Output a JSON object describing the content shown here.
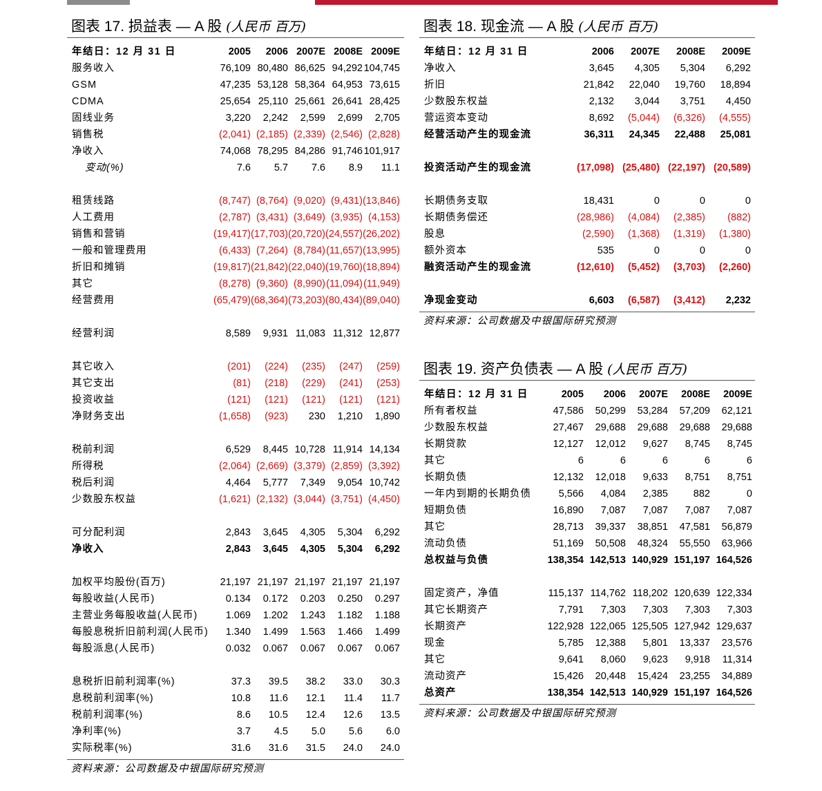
{
  "colors": {
    "accent_red": "#c0182f",
    "accent_gray": "#8c8c8c",
    "negative": "#dd1111"
  },
  "table17": {
    "title_main": "图表 17. 损益表 — A 股",
    "title_unit": "(人民币 百万)",
    "header": {
      "label": "年结日：12 月 31 日",
      "cols": [
        "2005",
        "2006",
        "2007E",
        "2008E",
        "2009E"
      ]
    },
    "rows": [
      {
        "label": "服务收入",
        "v": [
          "76,109",
          "80,480",
          "86,625",
          "94,292",
          "104,745"
        ]
      },
      {
        "label": "GSM",
        "v": [
          "47,235",
          "53,128",
          "58,364",
          "64,953",
          "73,615"
        ]
      },
      {
        "label": "CDMA",
        "v": [
          "25,654",
          "25,110",
          "25,661",
          "26,641",
          "28,425"
        ]
      },
      {
        "label": "固线业务",
        "v": [
          "3,220",
          "2,242",
          "2,599",
          "2,699",
          "2,705"
        ]
      },
      {
        "label": "销售税",
        "v": [
          "(2,041)",
          "(2,185)",
          "(2,339)",
          "(2,546)",
          "(2,828)"
        ]
      },
      {
        "label": "净收入",
        "v": [
          "74,068",
          "78,295",
          "84,286",
          "91,746",
          "101,917"
        ]
      },
      {
        "label": "变动(%)",
        "style": "italic",
        "v": [
          "7.6",
          "5.7",
          "7.6",
          "8.9",
          "11.1"
        ]
      },
      {
        "blank": true
      },
      {
        "label": "租赁线路",
        "v": [
          "(8,747)",
          "(8,764)",
          "(9,020)",
          "(9,431)",
          "(13,846)"
        ]
      },
      {
        "label": "人工费用",
        "v": [
          "(2,787)",
          "(3,431)",
          "(3,649)",
          "(3,935)",
          "(4,153)"
        ]
      },
      {
        "label": "销售和营销",
        "v": [
          "(19,417)",
          "(17,703)",
          "(20,720)",
          "(24,557)",
          "(26,202)"
        ]
      },
      {
        "label": "一般和管理费用",
        "v": [
          "(6,433)",
          "(7,264)",
          "(8,784)",
          "(11,657)",
          "(13,995)"
        ]
      },
      {
        "label": "折旧和摊销",
        "v": [
          "(19,817)",
          "(21,842)",
          "(22,040)",
          "(19,760)",
          "(18,894)"
        ]
      },
      {
        "label": "其它",
        "v": [
          "(8,278)",
          "(9,360)",
          "(8,990)",
          "(11,094)",
          "(11,949)"
        ]
      },
      {
        "label": "经营费用",
        "v": [
          "(65,479)",
          "(68,364)",
          "(73,203)",
          "(80,434)",
          "(89,040)"
        ]
      },
      {
        "blank": true
      },
      {
        "label": "经营利润",
        "v": [
          "8,589",
          "9,931",
          "11,083",
          "11,312",
          "12,877"
        ]
      },
      {
        "blank": true
      },
      {
        "label": "其它收入",
        "v": [
          "(201)",
          "(224)",
          "(235)",
          "(247)",
          "(259)"
        ]
      },
      {
        "label": "其它支出",
        "v": [
          "(81)",
          "(218)",
          "(229)",
          "(241)",
          "(253)"
        ]
      },
      {
        "label": "投资收益",
        "v": [
          "(121)",
          "(121)",
          "(121)",
          "(121)",
          "(121)"
        ]
      },
      {
        "label": "净财务支出",
        "v": [
          "(1,658)",
          "(923)",
          "230",
          "1,210",
          "1,890"
        ]
      },
      {
        "blank": true
      },
      {
        "label": "税前利润",
        "v": [
          "6,529",
          "8,445",
          "10,728",
          "11,914",
          "14,134"
        ]
      },
      {
        "label": "所得税",
        "v": [
          "(2,064)",
          "(2,669)",
          "(3,379)",
          "(2,859)",
          "(3,392)"
        ]
      },
      {
        "label": "税后利润",
        "v": [
          "4,464",
          "5,777",
          "7,349",
          "9,054",
          "10,742"
        ]
      },
      {
        "label": "少数股东权益",
        "v": [
          "(1,621)",
          "(2,132)",
          "(3,044)",
          "(3,751)",
          "(4,450)"
        ]
      },
      {
        "blank": true
      },
      {
        "label": "可分配利润",
        "v": [
          "2,843",
          "3,645",
          "4,305",
          "5,304",
          "6,292"
        ]
      },
      {
        "label": "净收入",
        "style": "bold",
        "v": [
          "2,843",
          "3,645",
          "4,305",
          "5,304",
          "6,292"
        ]
      },
      {
        "blank": true
      },
      {
        "label": "加权平均股份(百万)",
        "v": [
          "21,197",
          "21,197",
          "21,197",
          "21,197",
          "21,197"
        ]
      },
      {
        "label": "每股收益(人民币)",
        "v": [
          "0.134",
          "0.172",
          "0.203",
          "0.250",
          "0.297"
        ]
      },
      {
        "label": "主营业务每股收益(人民币)",
        "v": [
          "1.069",
          "1.202",
          "1.243",
          "1.182",
          "1.188"
        ]
      },
      {
        "label": "每股息税折旧前利润(人民币)",
        "v": [
          "1.340",
          "1.499",
          "1.563",
          "1.466",
          "1.499"
        ]
      },
      {
        "label": "每股派息(人民币)",
        "v": [
          "0.032",
          "0.067",
          "0.067",
          "0.067",
          "0.067"
        ]
      },
      {
        "blank": true
      },
      {
        "label": "息税折旧前利润率(%)",
        "v": [
          "37.3",
          "39.5",
          "38.2",
          "33.0",
          "30.3"
        ]
      },
      {
        "label": "息税前利润率(%)",
        "v": [
          "10.8",
          "11.6",
          "12.1",
          "11.4",
          "11.7"
        ]
      },
      {
        "label": "税前利润率(%)",
        "v": [
          "8.6",
          "10.5",
          "12.4",
          "12.6",
          "13.5"
        ]
      },
      {
        "label": "净利率(%)",
        "v": [
          "3.7",
          "4.5",
          "5.0",
          "5.6",
          "6.0"
        ]
      },
      {
        "label": "实际税率(%)",
        "v": [
          "31.6",
          "31.6",
          "31.5",
          "24.0",
          "24.0"
        ]
      }
    ],
    "source": "资料来源：公司数据及中银国际研究预测"
  },
  "table18": {
    "title_main": "图表 18. 现金流 — A 股",
    "title_unit": "(人民币 百万)",
    "header": {
      "label": "年结日：12 月 31 日",
      "cols": [
        "2006",
        "2007E",
        "2008E",
        "2009E"
      ]
    },
    "rows": [
      {
        "label": "净收入",
        "v": [
          "3,645",
          "4,305",
          "5,304",
          "6,292"
        ]
      },
      {
        "label": "折旧",
        "v": [
          "21,842",
          "22,040",
          "19,760",
          "18,894"
        ]
      },
      {
        "label": "少数股东权益",
        "v": [
          "2,132",
          "3,044",
          "3,751",
          "4,450"
        ]
      },
      {
        "label": "营运资本变动",
        "v": [
          "8,692",
          "(5,044)",
          "(6,326)",
          "(4,555)"
        ]
      },
      {
        "label": "经营活动产生的现金流",
        "style": "bold",
        "v": [
          "36,311",
          "24,345",
          "22,488",
          "25,081"
        ]
      },
      {
        "blank": true
      },
      {
        "label": "投资活动产生的现金流",
        "style": "bold",
        "v": [
          "(17,098)",
          "(25,480)",
          "(22,197)",
          "(20,589)"
        ]
      },
      {
        "blank": true
      },
      {
        "label": "长期债务支取",
        "v": [
          "18,431",
          "0",
          "0",
          "0"
        ]
      },
      {
        "label": "长期债务偿还",
        "v": [
          "(28,986)",
          "(4,084)",
          "(2,385)",
          "(882)"
        ]
      },
      {
        "label": "股息",
        "v": [
          "(2,590)",
          "(1,368)",
          "(1,319)",
          "(1,380)"
        ]
      },
      {
        "label": "额外资本",
        "v": [
          "535",
          "0",
          "0",
          "0"
        ]
      },
      {
        "label": "融资活动产生的现金流",
        "style": "bold",
        "v": [
          "(12,610)",
          "(5,452)",
          "(3,703)",
          "(2,260)"
        ]
      },
      {
        "blank": true
      },
      {
        "label": "净现金变动",
        "style": "bold",
        "v": [
          "6,603",
          "(6,587)",
          "(3,412)",
          "2,232"
        ]
      }
    ],
    "source": "资料来源：公司数据及中银国际研究预测"
  },
  "table19": {
    "title_main": "图表 19. 资产负债表 — A 股",
    "title_unit": "(人民币 百万)",
    "header": {
      "label": "年结日：12 月 31 日",
      "cols": [
        "2005",
        "2006",
        "2007E",
        "2008E",
        "2009E"
      ]
    },
    "rows": [
      {
        "label": "所有者权益",
        "v": [
          "47,586",
          "50,299",
          "53,284",
          "57,209",
          "62,121"
        ]
      },
      {
        "label": "少数股东权益",
        "v": [
          "27,467",
          "29,688",
          "29,688",
          "29,688",
          "29,688"
        ]
      },
      {
        "label": "长期贷款",
        "v": [
          "12,127",
          "12,012",
          "9,627",
          "8,745",
          "8,745"
        ]
      },
      {
        "label": "其它",
        "v": [
          "6",
          "6",
          "6",
          "6",
          "6"
        ]
      },
      {
        "label": "长期负债",
        "v": [
          "12,132",
          "12,018",
          "9,633",
          "8,751",
          "8,751"
        ]
      },
      {
        "label": "一年内到期的长期负债",
        "v": [
          "5,566",
          "4,084",
          "2,385",
          "882",
          "0"
        ]
      },
      {
        "label": "短期负债",
        "v": [
          "16,890",
          "7,087",
          "7,087",
          "7,087",
          "7,087"
        ]
      },
      {
        "label": "其它",
        "v": [
          "28,713",
          "39,337",
          "38,851",
          "47,581",
          "56,879"
        ]
      },
      {
        "label": "流动负债",
        "v": [
          "51,169",
          "50,508",
          "48,324",
          "55,550",
          "63,966"
        ]
      },
      {
        "label": "总权益与负债",
        "style": "bold",
        "v": [
          "138,354",
          "142,513",
          "140,929",
          "151,197",
          "164,526"
        ]
      },
      {
        "blank": true
      },
      {
        "label": "固定资产，净值",
        "v": [
          "115,137",
          "114,762",
          "118,202",
          "120,639",
          "122,334"
        ]
      },
      {
        "label": "其它长期资产",
        "v": [
          "7,791",
          "7,303",
          "7,303",
          "7,303",
          "7,303"
        ]
      },
      {
        "label": "长期资产",
        "v": [
          "122,928",
          "122,065",
          "125,505",
          "127,942",
          "129,637"
        ]
      },
      {
        "label": "现金",
        "v": [
          "5,785",
          "12,388",
          "5,801",
          "13,337",
          "23,576"
        ]
      },
      {
        "label": "其它",
        "v": [
          "9,641",
          "8,060",
          "9,623",
          "9,918",
          "11,314"
        ]
      },
      {
        "label": "流动资产",
        "v": [
          "15,426",
          "20,448",
          "15,424",
          "23,255",
          "34,889"
        ]
      },
      {
        "label": "总资产",
        "style": "bold",
        "v": [
          "138,354",
          "142,513",
          "140,929",
          "151,197",
          "164,526"
        ]
      }
    ],
    "source": "资料来源：公司数据及中银国际研究预测"
  }
}
